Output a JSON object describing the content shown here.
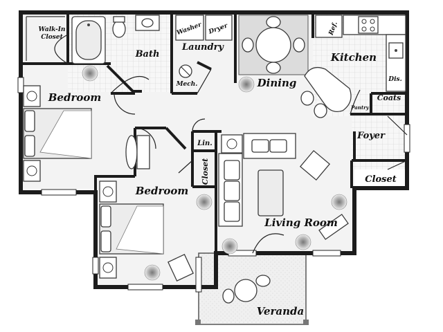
{
  "rooms": {
    "walk_in_closet": "Walk-In\nCloset",
    "bath": "Bath",
    "laundry": "Laundry",
    "washer": "Washer",
    "dryer": "Dryer",
    "mech": "Mech.",
    "dining": "Dining",
    "kitchen": "Kitchen",
    "ref": "Ref.",
    "dis": "Dis.",
    "pantry": "Pantry",
    "coats": "Coats",
    "foyer": "Foyer",
    "closet_foyer": "Closet",
    "bedroom_1": "Bedroom",
    "bedroom_2": "Bedroom",
    "lin": "Lin.",
    "closet_hall": "Closet",
    "living_room": "Living Room",
    "veranda": "Veranda"
  },
  "colors": {
    "wall": "#1c1c1c",
    "floor": "#f3f3f3",
    "furniture": "#ececec"
  }
}
